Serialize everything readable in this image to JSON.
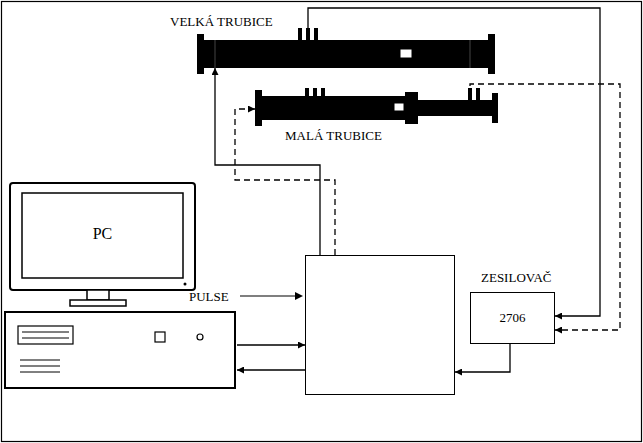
{
  "diagram": {
    "nodes": [
      {
        "text": [
          "VELKÁ TRUBICE"
        ]
      },
      {
        "text": [
          "MALÁ TRUBICE"
        ]
      },
      {
        "text": [
          "PC"
        ]
      },
      {
        "text": [
          "PULSE"
        ]
      },
      {
        "text": [
          "ZESILOVAČ",
          "2706"
        ]
      }
    ],
    "edges": [
      {
        "from": 2,
        "to": 3,
        "arrow": "to"
      },
      {
        "from": 3,
        "to": 2,
        "arrow": "to"
      },
      {
        "from": 3,
        "to": 0,
        "arrow": "to"
      },
      {
        "from": 3,
        "to": 1,
        "arrow": "to"
      },
      {
        "from": 0,
        "to": 4,
        "arrow": "to"
      },
      {
        "from": 1,
        "to": 4,
        "arrow": "to"
      },
      {
        "from": 4,
        "to": 3,
        "arrow": "to"
      }
    ]
  }
}
